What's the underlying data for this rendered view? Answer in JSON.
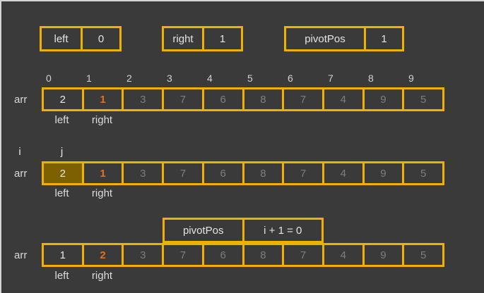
{
  "palette": {
    "background": "#3A3A3A",
    "frame_border": "#D4D4D4",
    "gold_border": "#EFB000",
    "text_bright": "#E8E8E8",
    "text_dim": "#7E7E7E",
    "accent_orange": "#E0711F",
    "highlight_cell_bg": "#7D6000"
  },
  "variables": [
    {
      "name": "left",
      "value": "0"
    },
    {
      "name": "right",
      "value": "1"
    },
    {
      "name": "pivotPos",
      "value": "1"
    }
  ],
  "indices": [
    "0",
    "1",
    "2",
    "3",
    "4",
    "5",
    "6",
    "7",
    "8",
    "9"
  ],
  "steps": {
    "step1": {
      "row_label": "arr",
      "values": [
        "2",
        "1",
        "3",
        "7",
        "6",
        "8",
        "7",
        "4",
        "9",
        "5"
      ],
      "states": [
        "active",
        "accent",
        "dim",
        "dim",
        "dim",
        "dim",
        "dim",
        "dim",
        "dim",
        "dim"
      ],
      "below_left": "left",
      "below_right": "right"
    },
    "step2": {
      "pointer_i": "i",
      "pointer_j": "j",
      "row_label": "arr",
      "values": [
        "2",
        "1",
        "3",
        "7",
        "6",
        "8",
        "7",
        "4",
        "9",
        "5"
      ],
      "states": [
        "active highlight",
        "accent",
        "dim",
        "dim",
        "dim",
        "dim",
        "dim",
        "dim",
        "dim",
        "dim"
      ],
      "below_left": "left",
      "below_right": "right"
    },
    "step3": {
      "callout_left": "pivotPos",
      "callout_right": "i + 1 = 0",
      "row_label": "arr",
      "values": [
        "1",
        "2",
        "3",
        "7",
        "6",
        "8",
        "7",
        "4",
        "9",
        "5"
      ],
      "states": [
        "active",
        "accent",
        "dim",
        "dim",
        "dim",
        "dim",
        "dim",
        "dim",
        "dim",
        "dim"
      ],
      "below_left": "left",
      "below_right": "right"
    }
  }
}
